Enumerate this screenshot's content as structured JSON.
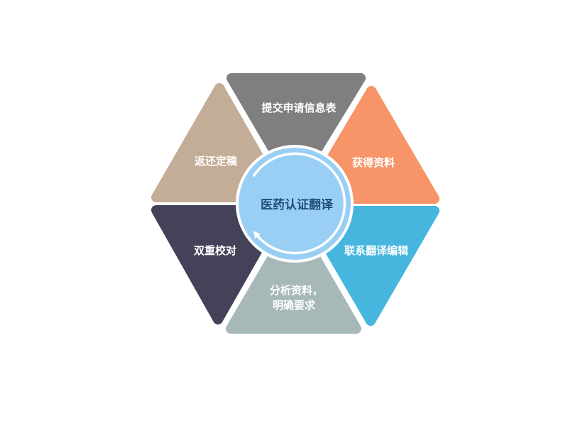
{
  "center": {
    "label": "医药认证翻译",
    "color": "#99cff5",
    "ring_color": "#ffffff"
  },
  "segments": [
    {
      "id": "submit-form",
      "lines": [
        "提交申请信息表"
      ],
      "color": "#7f7f7f"
    },
    {
      "id": "obtain-materials",
      "lines": [
        "获得资料"
      ],
      "color": "#f79568"
    },
    {
      "id": "contact-translators",
      "lines": [
        "联系翻译编辑"
      ],
      "color": "#47b6de"
    },
    {
      "id": "analyze-materials",
      "lines": [
        "分析资料，",
        "明确要求"
      ],
      "color": "#a7b8b9"
    },
    {
      "id": "double-check",
      "lines": [
        "双重校对"
      ],
      "color": "#444259"
    },
    {
      "id": "return-final",
      "lines": [
        "返还定稿"
      ],
      "color": "#c4ad97"
    }
  ]
}
